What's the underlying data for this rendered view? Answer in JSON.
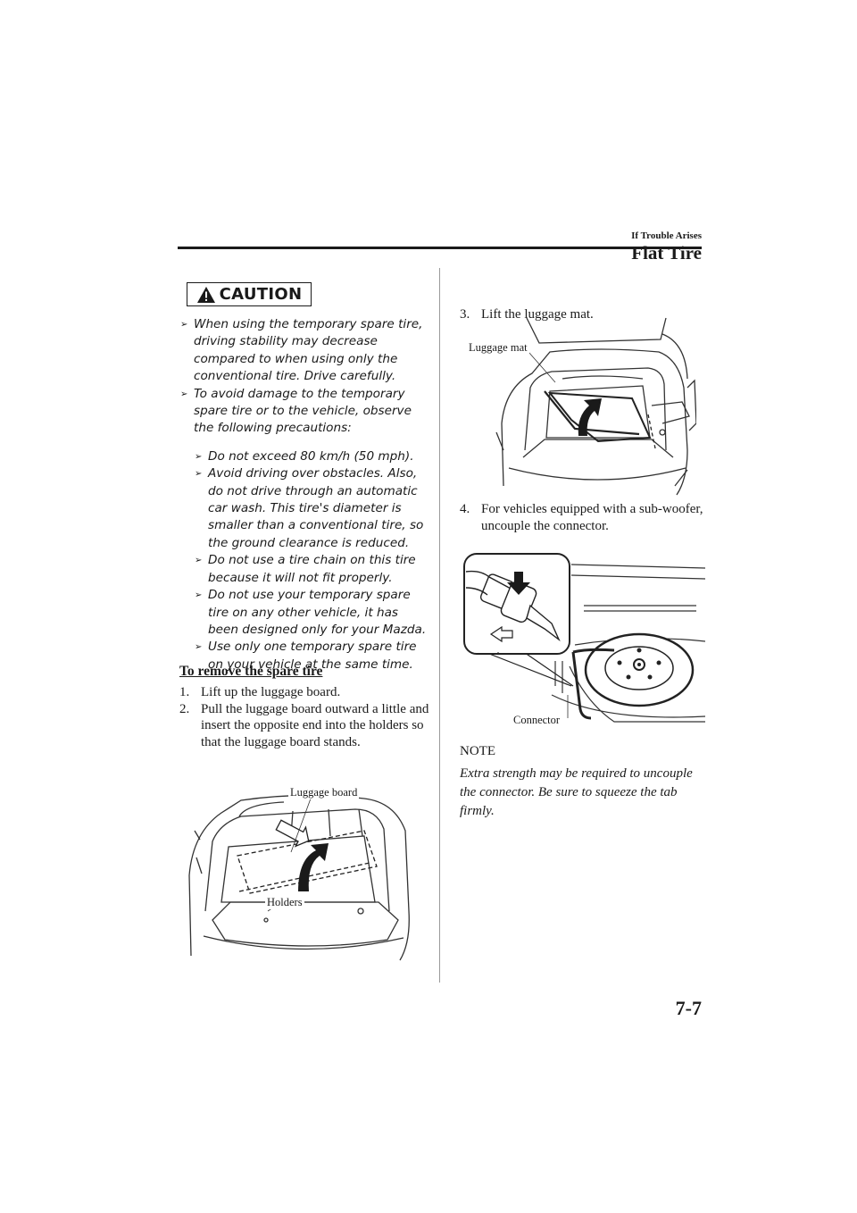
{
  "header": {
    "section": "If Trouble Arises",
    "title": "Flat Tire"
  },
  "caution": {
    "label": "CAUTION",
    "items": [
      "When using the temporary spare tire, driving stability may decrease compared to when using only the conventional tire. Drive carefully.",
      "To avoid damage to the temporary spare tire or to the vehicle, observe the following precautions:"
    ],
    "subitems": [
      "Do not exceed 80 km/h (50 mph).",
      "Avoid driving over obstacles. Also, do not drive through an automatic car wash. This tire's diameter is smaller than a conventional tire, so the ground clearance is reduced.",
      "Do not use a tire chain on this tire because it will not fit properly.",
      "Do not use your temporary spare tire on any other vehicle, it has been designed only for your Mazda.",
      "Use only one temporary spare tire on your vehicle at the same time."
    ]
  },
  "procedure": {
    "heading": "To remove the spare tire",
    "steps": [
      {
        "num": "1.",
        "text": "Lift up the luggage board."
      },
      {
        "num": "2.",
        "text": "Pull the luggage board outward a little and insert the opposite end into the holders so that the luggage board stands."
      },
      {
        "num": "3.",
        "text": "Lift the luggage mat."
      },
      {
        "num": "4.",
        "text": "For vehicles equipped with a sub-woofer, uncouple the connector."
      }
    ]
  },
  "figures": {
    "board_label": "Luggage board",
    "holders_label": "Holders",
    "mat_label": "Luggage mat",
    "connector_label": "Connector"
  },
  "note": {
    "heading": "NOTE",
    "text": "Extra strength may be required to uncouple the connector. Be sure to squeeze the tab firmly."
  },
  "page_number": "7-7"
}
